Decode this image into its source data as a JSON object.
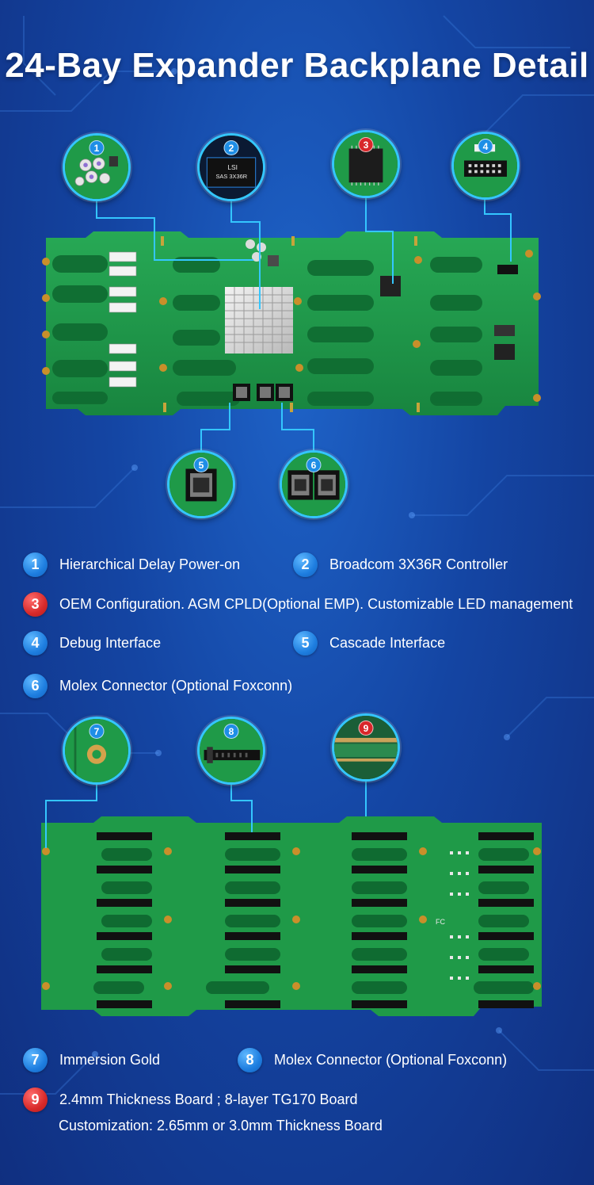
{
  "title": "24-Bay Expander Backplane Detail",
  "colors": {
    "background": "#1445a3",
    "pcb_green": "#1f9a48",
    "accent_line": "#34c6ff",
    "badge_blue": "#1e7ee0",
    "badge_red": "#d82a2a"
  },
  "callouts_top": [
    {
      "number": "1",
      "style": "blue",
      "depicts": "capacitors"
    },
    {
      "number": "2",
      "style": "blue",
      "depicts": "lsi-chip",
      "chip_text": [
        "LSI",
        "SAS 3X36R"
      ]
    },
    {
      "number": "3",
      "style": "red",
      "depicts": "cpld-chip"
    },
    {
      "number": "4",
      "style": "blue",
      "depicts": "debug-header"
    },
    {
      "number": "5",
      "style": "blue",
      "depicts": "sas-connector-single"
    },
    {
      "number": "6",
      "style": "blue",
      "depicts": "sas-connector-double"
    }
  ],
  "callouts_bottom": [
    {
      "number": "7",
      "style": "blue",
      "depicts": "gold-pad"
    },
    {
      "number": "8",
      "style": "blue",
      "depicts": "molex-connector"
    },
    {
      "number": "9",
      "style": "red",
      "depicts": "board-edge"
    }
  ],
  "features_top": [
    {
      "number": "1",
      "style": "blue",
      "label": "Hierarchical Delay Power-on"
    },
    {
      "number": "2",
      "style": "blue",
      "label": "Broadcom 3X36R Controller"
    },
    {
      "number": "3",
      "style": "red",
      "label": "OEM Configuration. AGM CPLD(Optional EMP). Customizable LED management"
    },
    {
      "number": "4",
      "style": "blue",
      "label": "Debug Interface"
    },
    {
      "number": "5",
      "style": "blue",
      "label": "Cascade Interface"
    },
    {
      "number": "6",
      "style": "blue",
      "label": "Molex Connector (Optional Foxconn)"
    }
  ],
  "features_bottom": [
    {
      "number": "7",
      "style": "blue",
      "label": "Immersion Gold"
    },
    {
      "number": "8",
      "style": "blue",
      "label": "Molex Connector (Optional Foxconn)"
    },
    {
      "number": "9",
      "style": "red",
      "label": "2.4mm Thickness Board ; 8-layer TG170 Board",
      "line2": "Customization: 2.65mm or 3.0mm Thickness Board"
    }
  ],
  "board_marks": {
    "fc": "FC"
  }
}
